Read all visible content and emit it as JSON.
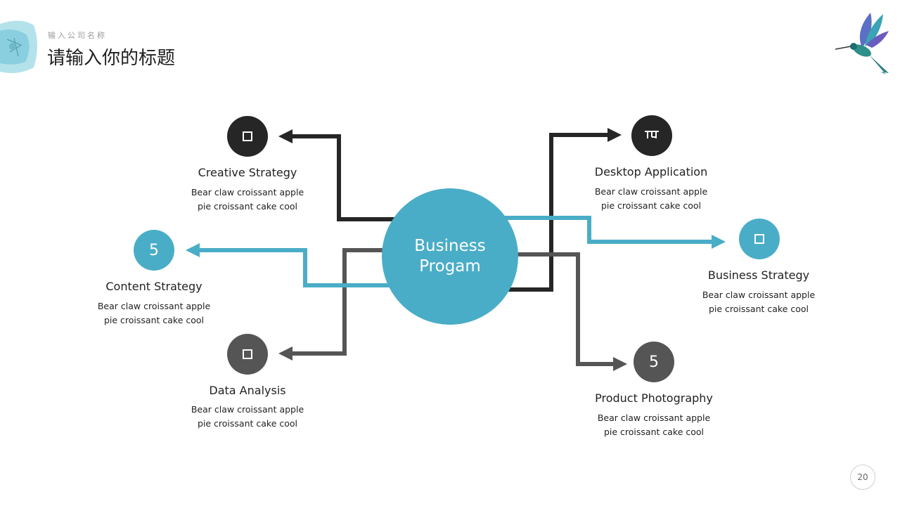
{
  "header": {
    "company": "输入公司名称",
    "title": "请输入你的标题"
  },
  "center": {
    "label_line1": "Business",
    "label_line2": "Progam",
    "color": "#4aadc7"
  },
  "colors": {
    "dark": "#262626",
    "gray": "#555555",
    "teal": "#4aadc7"
  },
  "nodes": {
    "creative": {
      "title": "Creative Strategy",
      "desc1": "Bear claw croissant apple",
      "desc2": "pie croissant cake cool",
      "icon": "square-icon"
    },
    "content": {
      "title": "Content Strategy",
      "desc1": "Bear claw croissant apple",
      "desc2": "pie croissant cake cool",
      "icon_text": "5"
    },
    "data": {
      "title": "Data Analysis",
      "desc1": "Bear claw croissant apple",
      "desc2": "pie croissant cake cool",
      "icon": "square-icon"
    },
    "desktop": {
      "title": "Desktop Application",
      "desc1": "Bear claw croissant apple",
      "desc2": "pie croissant cake cool",
      "icon": "device-icon"
    },
    "business": {
      "title": "Business Strategy",
      "desc1": "Bear claw croissant apple",
      "desc2": "pie croissant cake cool",
      "icon": "square-icon"
    },
    "product": {
      "title": "Product Photography",
      "desc1": "Bear claw croissant apple",
      "desc2": "pie croissant cake cool",
      "icon_text": "5"
    }
  },
  "page": {
    "number": "20"
  }
}
